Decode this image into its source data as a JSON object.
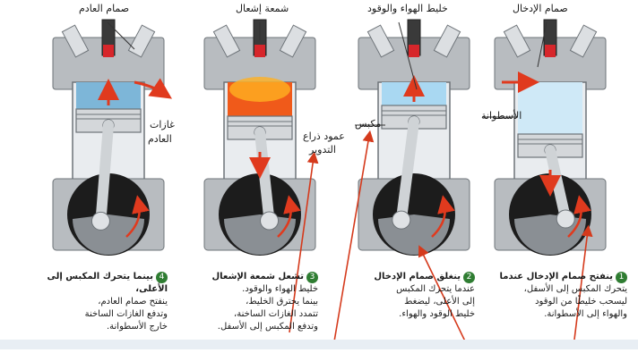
{
  "labels": {
    "intake_valve": "صمام الإدخال",
    "mixture": "خليط الهواء والوقود",
    "spark_plug": "شمعة إشعال",
    "exhaust_valve": "صمام العادم",
    "cylinder": "الأسطوانة",
    "piston": "مكبس",
    "crankshaft_line1": "عمود ذراع",
    "crankshaft_line2": "التدوير",
    "exhaust_gases_line1": "غازات",
    "exhaust_gases_line2": "العادم"
  },
  "steps": [
    {
      "num": "1",
      "lines": [
        "ينفتح صمام الإدخال عندما",
        "يتحرك المكبس إلى الأسفل،",
        "ليسحب خليطًا من الوقود",
        "والهواء إلى الأسطوانة."
      ]
    },
    {
      "num": "2",
      "lines": [
        "ينغلق صمام الإدخال",
        "عندما يتحرك المكبس",
        "إلى الأعلى، ليضغط",
        "خليط الوقود والهواء."
      ]
    },
    {
      "num": "3",
      "lines": [
        "تشعل شمعة الإشعال",
        "خليط الهواء والوقود.",
        "بينما يحترق الخليط،",
        "تتمدد الغازات الساخنة،",
        "وتدفع المكبس إلى الأسفل."
      ]
    },
    {
      "num": "4",
      "lines": [
        "بينما يتحرك المكبس إلى الأعلى،",
        "ينفتح صمام العادم،",
        "وتدفع الغازات الساخنة",
        "خارج الأسطوانة."
      ]
    }
  ],
  "colors": {
    "metal": "#b8bcc0",
    "metal_dark": "#6d7378",
    "crank_black": "#1c1c1c",
    "intake_gas": "#cfe9f7",
    "compressed_gas": "#a9d8f2",
    "combustion": "#f05a1a",
    "exhaust_gas": "#7db6d8",
    "arrow": "#e03a1e",
    "spark": "#d7262b"
  }
}
